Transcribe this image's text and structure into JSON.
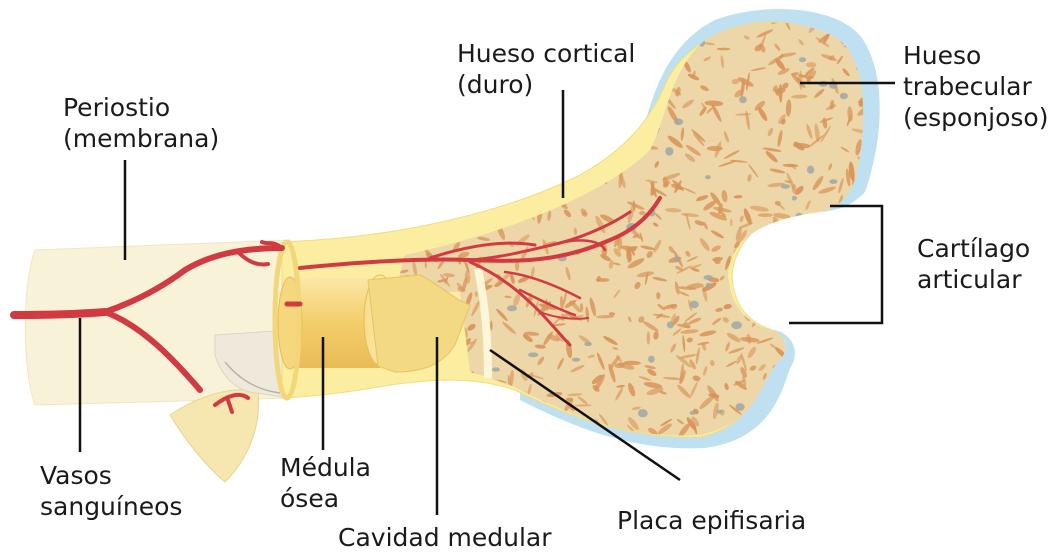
{
  "labels": {
    "hueso_cortical": [
      "Hueso cortical",
      "(duro)"
    ],
    "hueso_trabecular": [
      "Hueso",
      "trabecular",
      "(esponjoso)"
    ],
    "periostio": [
      "Periostio",
      "(membrana)"
    ],
    "cartilago": [
      "Cartílago",
      "articular"
    ],
    "vasos": [
      "Vasos",
      "sanguíneos"
    ],
    "medula": [
      "Médula",
      "ósea"
    ],
    "cavidad": [
      "Cavidad medular"
    ],
    "placa": [
      "Placa epifisaria"
    ]
  },
  "colors": {
    "periosteum": "#f8f3d8",
    "cortical": "#fbeea0",
    "trabecular_base": "#edd6a8",
    "trabecular_fleck": "#d89458",
    "trabecular_spot": "#9fa7a4",
    "cartilage": "#bfe0f0",
    "marrow": "#f3ce6a",
    "vessel": "#d23a42",
    "leader": "#111111"
  }
}
